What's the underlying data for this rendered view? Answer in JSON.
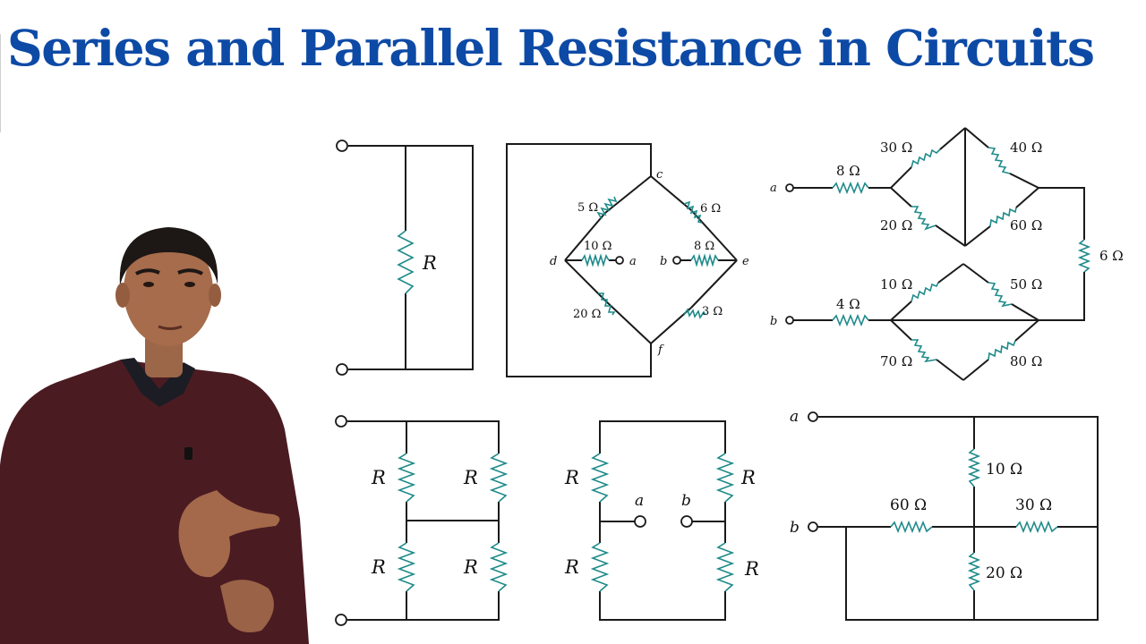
{
  "title": "Series and Parallel Resistance  in Circuits",
  "colors": {
    "title": "#0d4aa6",
    "resistor": "#1f8a8a",
    "wire": "#1a1a1a",
    "shirt": "#4b1b22",
    "background": "#ffffff"
  },
  "circuit1": {
    "r_label": "R"
  },
  "circuit2": {
    "nodes": {
      "c": "c",
      "d": "d",
      "e": "e",
      "f": "f",
      "a": "a",
      "b": "b"
    },
    "resistors": {
      "r5": "5 Ω",
      "r6": "6 Ω",
      "r10": "10 Ω",
      "r8": "8 Ω",
      "r20": "20 Ω",
      "r3": "3 Ω"
    }
  },
  "circuit3": {
    "terminals": {
      "a": "a",
      "b": "b"
    },
    "resistors": {
      "r8": "8 Ω",
      "r30": "30 Ω",
      "r40": "40 Ω",
      "r20": "20 Ω",
      "r60": "60 Ω",
      "r6": "6 Ω",
      "r4": "4 Ω",
      "r10": "10 Ω",
      "r50": "50 Ω",
      "r70": "70 Ω",
      "r80": "80 Ω"
    }
  },
  "circuit4": {
    "r_label": "R"
  },
  "circuit5": {
    "r_label": "R",
    "terminals": {
      "a": "a",
      "b": "b"
    }
  },
  "circuit6": {
    "terminals": {
      "a": "a",
      "b": "b"
    },
    "resistors": {
      "r10": "10 Ω",
      "r60": "60 Ω",
      "r30": "30 Ω",
      "r20": "20 Ω"
    }
  }
}
